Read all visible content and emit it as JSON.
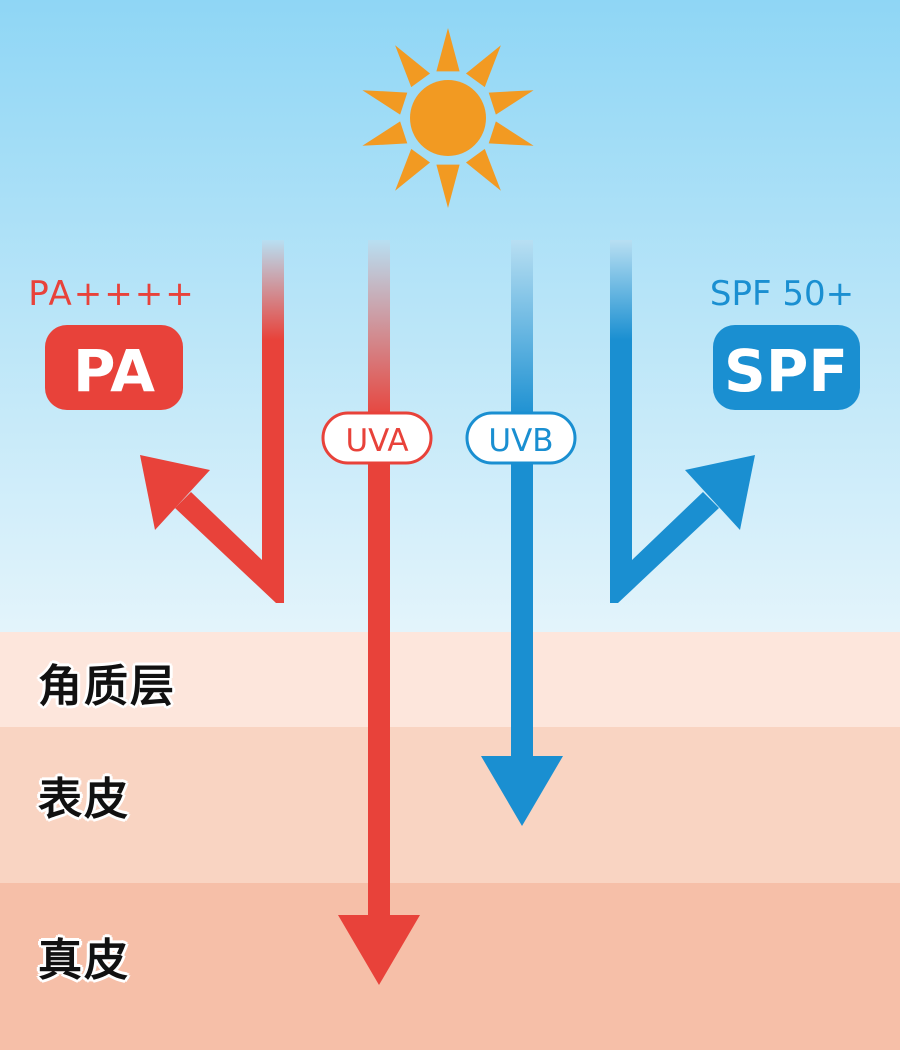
{
  "colors": {
    "sky_top": "#8fd6f5",
    "sky_bottom": "#e3f4fb",
    "uva": "#e8423a",
    "uvb": "#1a8fd1",
    "sun": "#f29a22",
    "layer_stratum_corneum": "#fde6dc",
    "layer_epidermis": "#f9d4c2",
    "layer_dermis": "#f6bfa8"
  },
  "pa": {
    "rating": "PA++++",
    "badge": "PA"
  },
  "spf": {
    "rating": "SPF 50+",
    "badge": "SPF"
  },
  "rays": {
    "uva_label": "UVA",
    "uvb_label": "UVB"
  },
  "layers": {
    "stratum_corneum": "角质层",
    "epidermis": "表皮",
    "dermis": "真皮"
  }
}
